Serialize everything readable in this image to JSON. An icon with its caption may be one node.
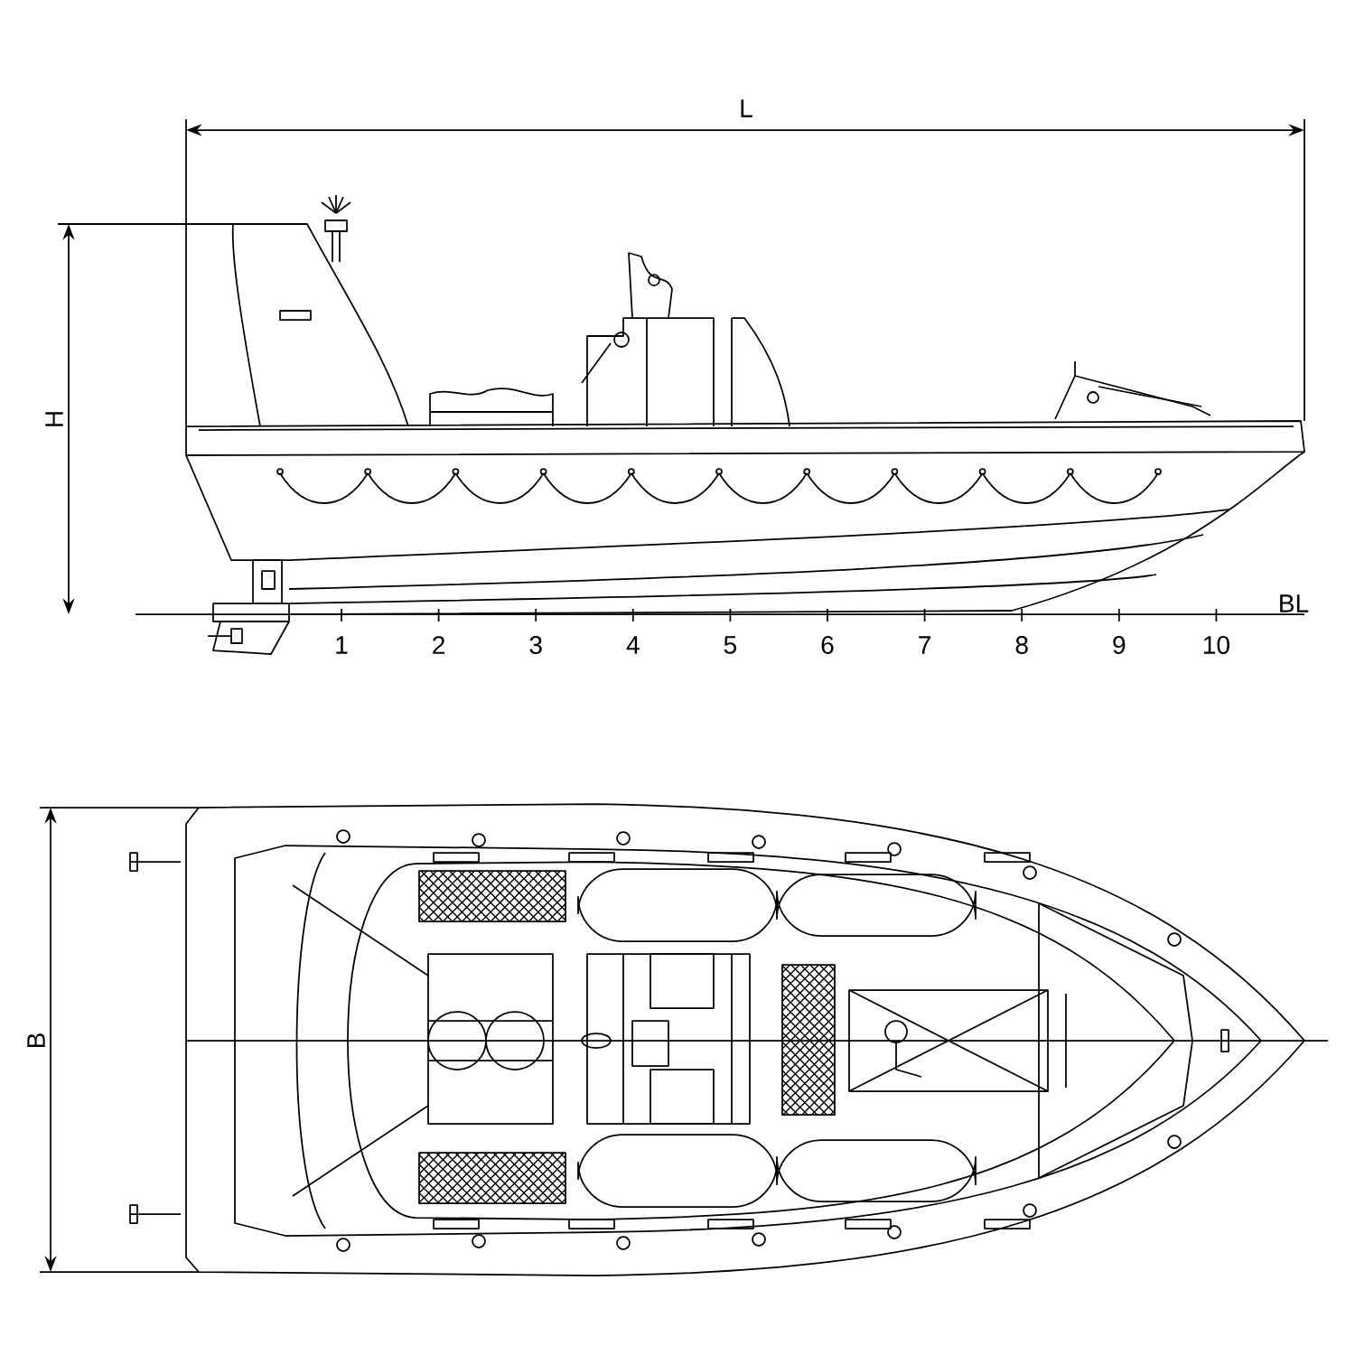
{
  "diagram": {
    "labels": [
      "L",
      "H",
      "BL",
      "1",
      "2",
      "3",
      "4",
      "5",
      "6",
      "7",
      "8",
      "9",
      "10",
      "B"
    ]
  }
}
